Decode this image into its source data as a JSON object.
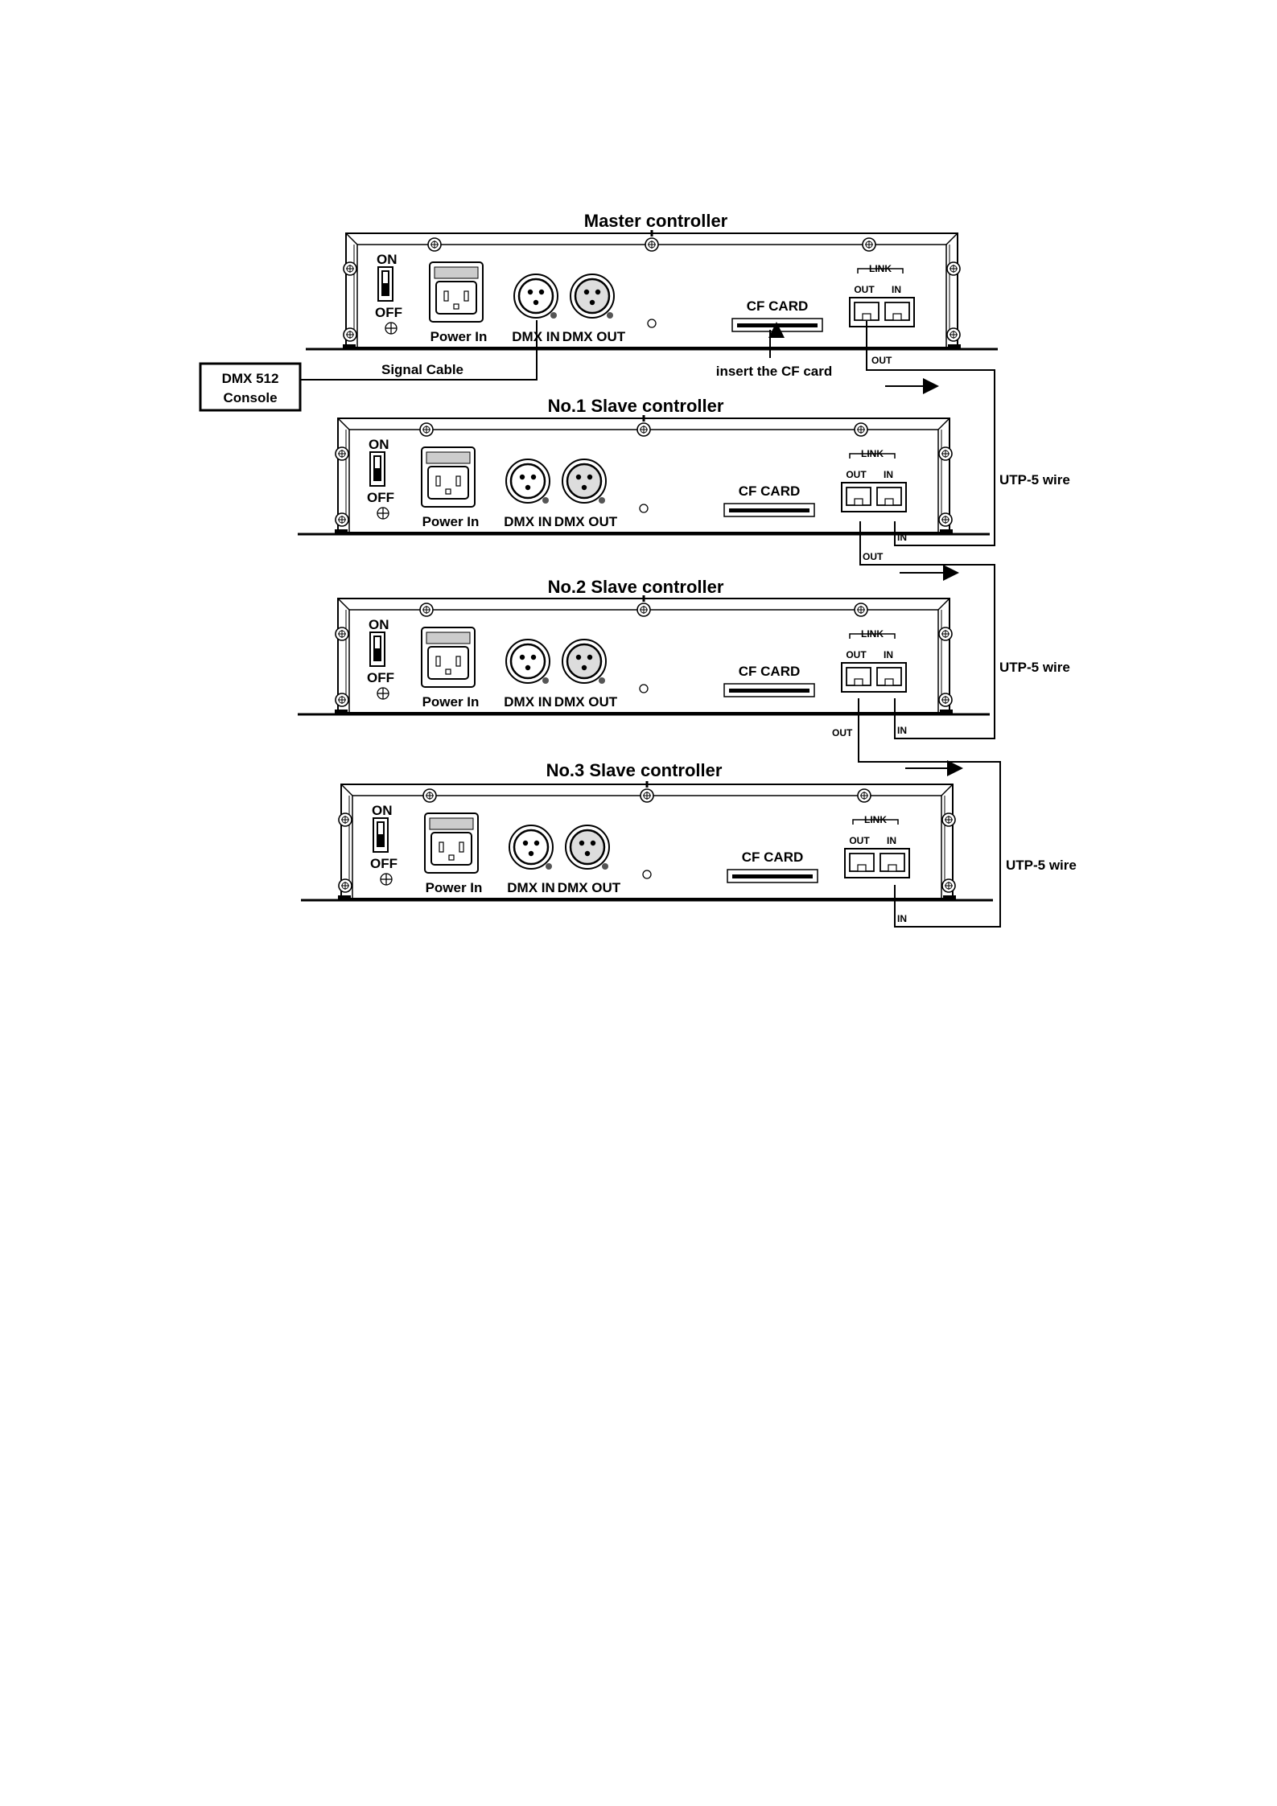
{
  "labels": {
    "on": "ON",
    "off": "OFF",
    "power_in": "Power In",
    "dmx_in": "DMX IN",
    "dmx_out": "DMX OUT",
    "cf_card": "CF CARD",
    "link": "LINK",
    "port_out": "OUT",
    "port_in": "IN"
  },
  "controllers": [
    {
      "title": "Master controller"
    },
    {
      "title": "No.1 Slave controller"
    },
    {
      "title": "No.2 Slave controller"
    },
    {
      "title": "No.3 Slave controller"
    }
  ],
  "console": {
    "line1": "DMX 512",
    "line2": "Console"
  },
  "annotations": {
    "signal_cable": "Signal Cable",
    "insert_cf": "insert the CF card"
  },
  "wires": [
    {
      "label": "UTP-5 wire",
      "from_label": "OUT",
      "to_label": "IN"
    },
    {
      "label": "UTP-5 wire",
      "from_label": "OUT",
      "to_label": "IN"
    },
    {
      "label": "UTP-5 wire",
      "from_label": "OUT",
      "to_label": "IN"
    }
  ]
}
